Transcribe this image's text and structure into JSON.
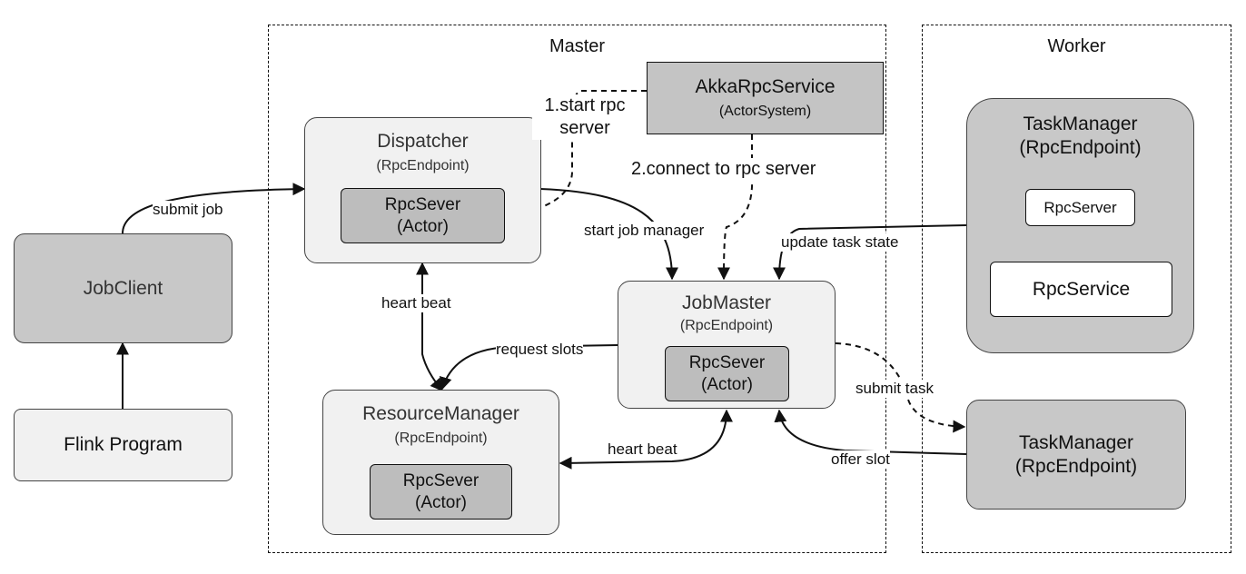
{
  "regions": {
    "master": "Master",
    "worker": "Worker"
  },
  "nodes": {
    "job_client": "JobClient",
    "flink_program": "Flink Program",
    "dispatcher": {
      "title": "Dispatcher",
      "subtitle": "(RpcEndpoint)",
      "inner_line1": "RpcSever",
      "inner_line2": "(Actor)"
    },
    "akka_rpc_service": {
      "title": "AkkaRpcService",
      "subtitle": "(ActorSystem)"
    },
    "job_master": {
      "title": "JobMaster",
      "subtitle": "(RpcEndpoint)",
      "inner_line1": "RpcSever",
      "inner_line2": "(Actor)"
    },
    "resource_manager": {
      "title": "ResourceManager",
      "subtitle": "(RpcEndpoint)",
      "inner_line1": "RpcSever",
      "inner_line2": "(Actor)"
    },
    "task_manager_top": {
      "title_line1": "TaskManager",
      "title_line2": "(RpcEndpoint)",
      "rpc_server": "RpcServer",
      "rpc_service": "RpcService"
    },
    "task_manager_bottom": {
      "title_line1": "TaskManager",
      "title_line2": "(RpcEndpoint)"
    }
  },
  "edges": {
    "submit_job": "submit job",
    "start_rpc_server_line1": "1.start rpc",
    "start_rpc_server_line2": "server",
    "connect_rpc_server": "2.connect to rpc server",
    "start_job_manager": "start job manager",
    "update_task_state": "update task state",
    "heart_beat_left": "heart beat",
    "request_slots": "request slots",
    "heart_beat_bottom": "heart beat",
    "submit_task": "submit task",
    "offer_slot": "offer slot"
  }
}
